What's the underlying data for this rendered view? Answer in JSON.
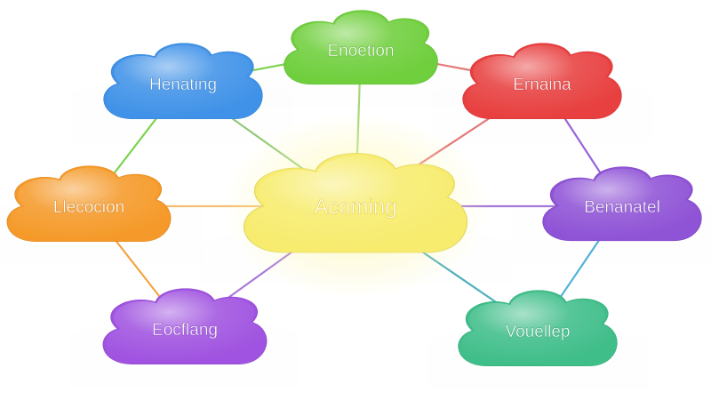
{
  "diagram": {
    "center": {
      "label": "Acoming",
      "color": "#f7ec6e"
    },
    "nodes": [
      {
        "id": "top",
        "label": "Enoetion",
        "color": "#6fcf3e",
        "link_color": "#9fd36b"
      },
      {
        "id": "top-left",
        "label": "Henating",
        "color": "#3f92e8",
        "link_color": "#86c66b"
      },
      {
        "id": "top-right",
        "label": "Ernaina",
        "color": "#e8403f",
        "link_color": "#e46a6a"
      },
      {
        "id": "left",
        "label": "Llecocion",
        "color": "#f59a2c",
        "link_color": "#f3b766"
      },
      {
        "id": "right",
        "label": "Benanatel",
        "color": "#8f52d6",
        "link_color": "#9d6ad6"
      },
      {
        "id": "bottom-left",
        "label": "Eocflang",
        "color": "#a052e0",
        "link_color": "#a06ad6"
      },
      {
        "id": "bottom-right",
        "label": "Vouellep",
        "color": "#3fbe8a",
        "link_color": "#3fa9b8"
      }
    ],
    "ring_links": [
      {
        "from": "top-left",
        "to": "top",
        "color": "#6fcf3e"
      },
      {
        "from": "top",
        "to": "top-right",
        "color": "#e46a6a"
      },
      {
        "from": "top-left",
        "to": "left",
        "color": "#6fcf3e"
      },
      {
        "from": "top-right",
        "to": "right",
        "color": "#8f52d6"
      },
      {
        "from": "left",
        "to": "bottom-left",
        "color": "#f59a2c"
      },
      {
        "from": "right",
        "to": "bottom-right",
        "color": "#3fa9d8"
      }
    ]
  }
}
